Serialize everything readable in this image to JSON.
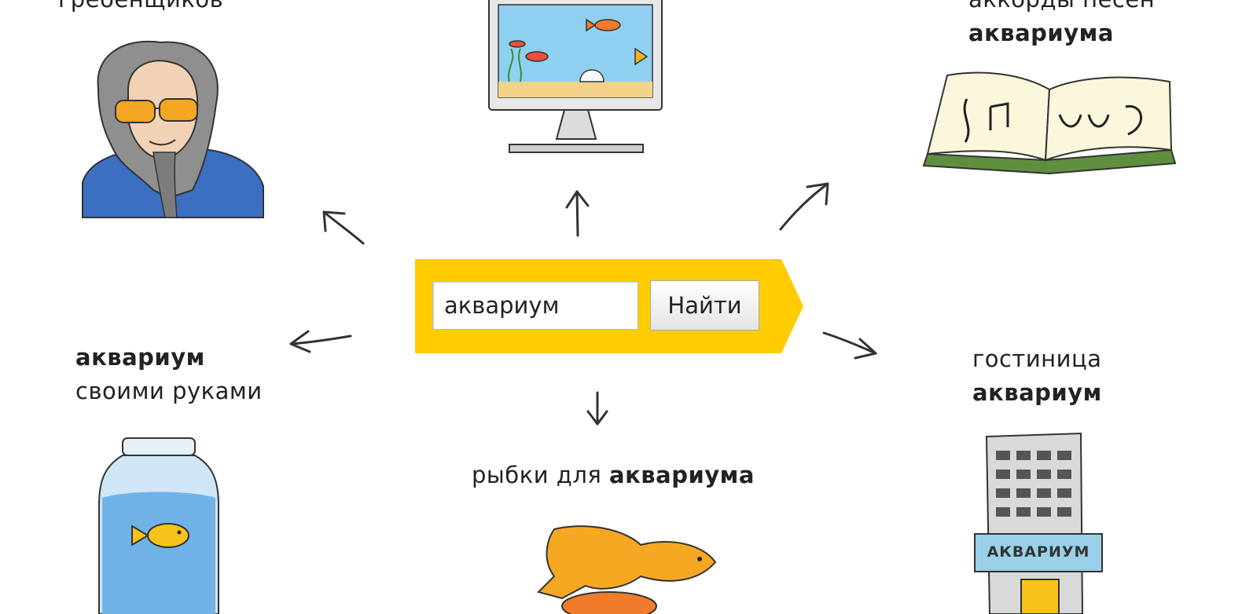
{
  "search": {
    "query": "аквариум",
    "button_label": "Найти"
  },
  "suggestions": {
    "top_left": {
      "line1": "гребенщиков"
    },
    "top_right": {
      "line1": "аккорды песен",
      "line2_bold": "аквариума"
    },
    "mid_left": {
      "line1_bold": "аквариум",
      "line2": "своими руками"
    },
    "mid_right": {
      "line1": "гостиница",
      "line2_bold": "аквариум"
    },
    "bottom": {
      "prefix": "рыбки для ",
      "bold": "аквариума"
    }
  },
  "hotel_sign": "АКВАРИУМ",
  "colors": {
    "accent_yellow": "#ffcc00",
    "arrow": "#333333"
  }
}
